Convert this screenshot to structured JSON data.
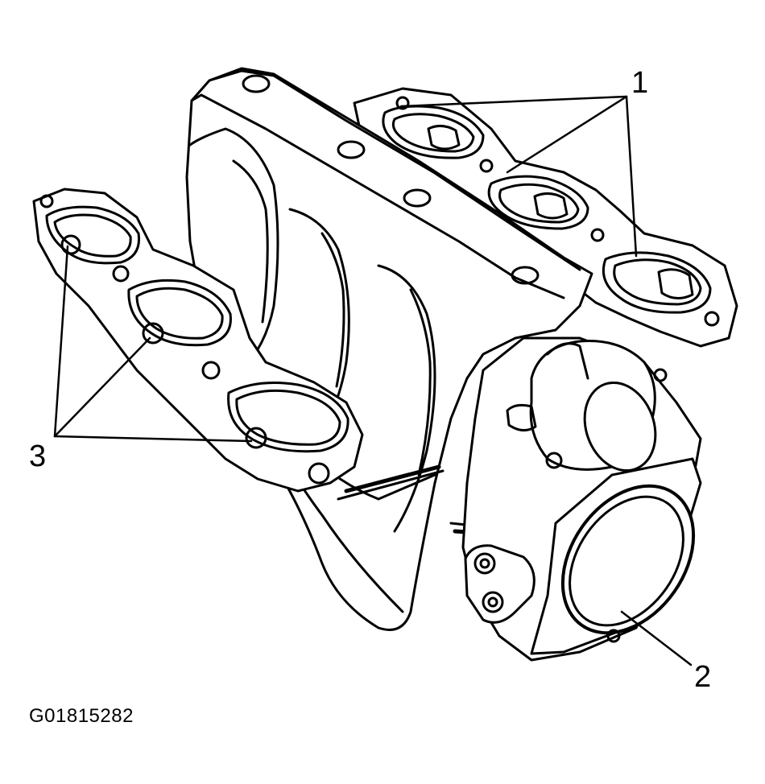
{
  "callouts": [
    {
      "label": "1"
    },
    {
      "label": "2"
    },
    {
      "label": "3"
    }
  ],
  "figure_id": "G01815282"
}
